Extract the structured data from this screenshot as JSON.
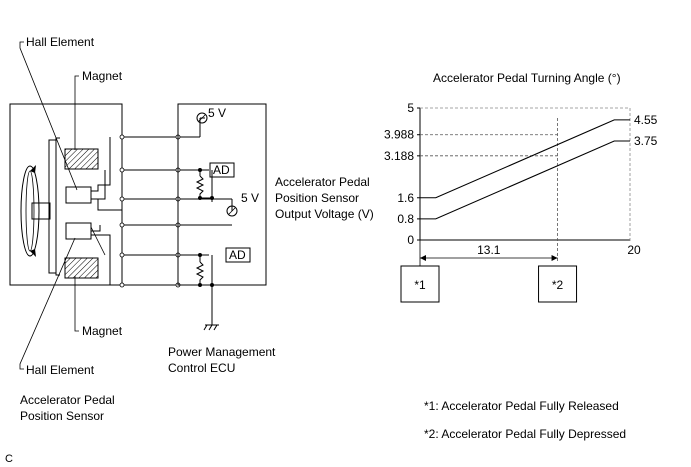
{
  "labels": {
    "hall_element_top": "Hall Element",
    "magnet_top": "Magnet",
    "magnet_bottom": "Magnet",
    "hall_element_bottom": "Hall Element",
    "sensor_line1": "Accelerator Pedal",
    "sensor_line2": "Position Sensor",
    "ecu_line1": "Power Management",
    "ecu_line2": "Control ECU",
    "supply_top": "5 V",
    "supply_mid": "5 V",
    "ad_top": "AD",
    "ad_bottom": "AD",
    "output_line1": "Accelerator Pedal",
    "output_line2": "Position Sensor",
    "output_line3": "Output Voltage (V)",
    "footer_mark": "C"
  },
  "chart_data": {
    "type": "line",
    "title": "Accelerator Pedal Turning Angle (°)",
    "ylabel": "Accelerator Pedal Position Sensor Output Voltage (V)",
    "ylim": [
      0,
      5
    ],
    "xlim": [
      0,
      20
    ],
    "y_ticks": [
      "0",
      "0.8",
      "1.6",
      "3.188",
      "3.988",
      "5"
    ],
    "x_tick_labels": [
      "20"
    ],
    "span_label": "13.1",
    "series": [
      {
        "points": [
          [
            0,
            1.6
          ],
          [
            1.5,
            1.6
          ],
          [
            18.5,
            4.55
          ],
          [
            20,
            4.55
          ]
        ],
        "end_label": "4.55"
      },
      {
        "points": [
          [
            0,
            0.8
          ],
          [
            1.5,
            0.8
          ],
          [
            18.5,
            3.75
          ],
          [
            20,
            3.75
          ]
        ],
        "end_label": "3.75"
      }
    ],
    "markers": [
      {
        "id": "*1",
        "x": 0
      },
      {
        "id": "*2",
        "x": 13.1
      }
    ]
  },
  "notes": [
    "*1: Accelerator Pedal Fully Released",
    "*2: Accelerator Pedal Fully Depressed"
  ]
}
